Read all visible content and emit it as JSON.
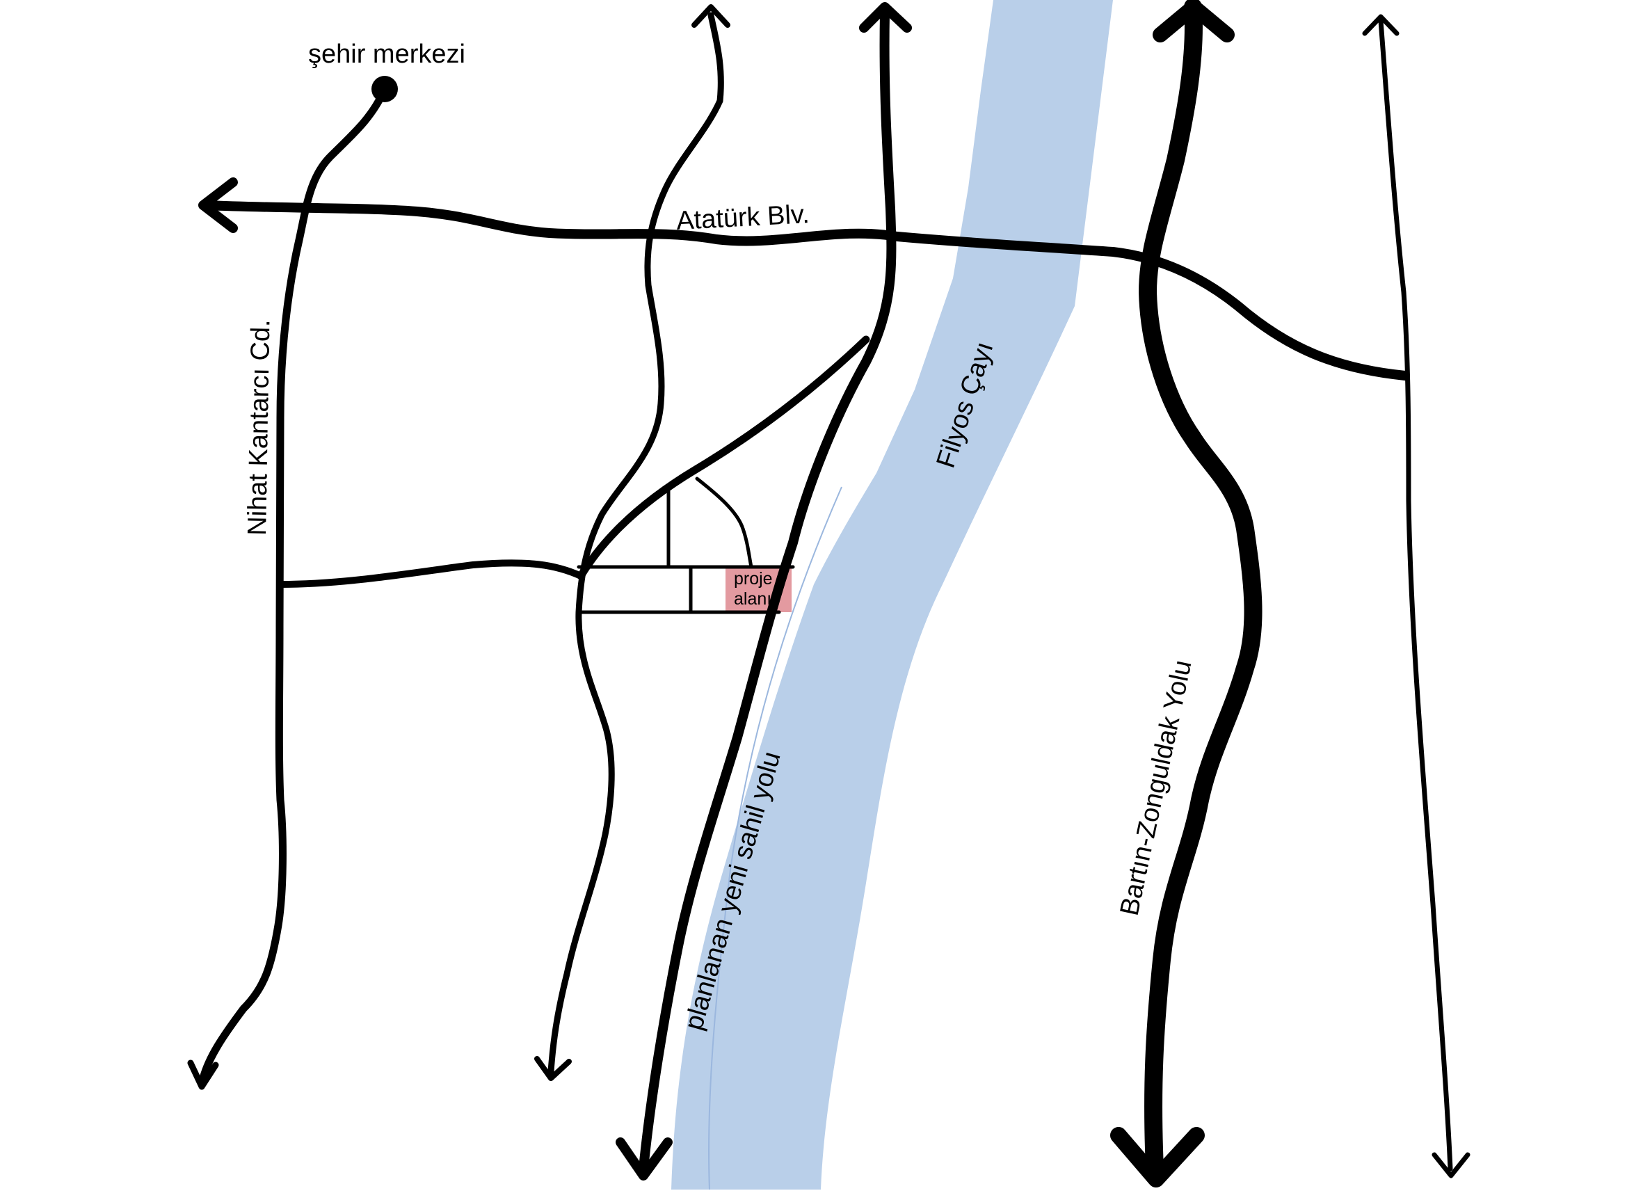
{
  "labels": {
    "city_center": "şehir merkezi",
    "ataturk_blv": "Atatürk Blv.",
    "nihat_kantarci": "Nihat Kantarcı Cd.",
    "filyos_cayi": "Filyos Çayı",
    "planned_coastal_road": "planlanan yeni sahil yolu",
    "bartin_zonguldak": "Bartın-Zonguldak Yolu",
    "project_area_line1": "proje",
    "project_area_line2": "alanı"
  },
  "colors": {
    "river": "#b9cfe9",
    "project_area": "#e39aa0",
    "road": "#000000",
    "background": "#ffffff"
  },
  "icons": {
    "city_center_marker": "filled-circle",
    "road_direction": "arrowhead"
  }
}
